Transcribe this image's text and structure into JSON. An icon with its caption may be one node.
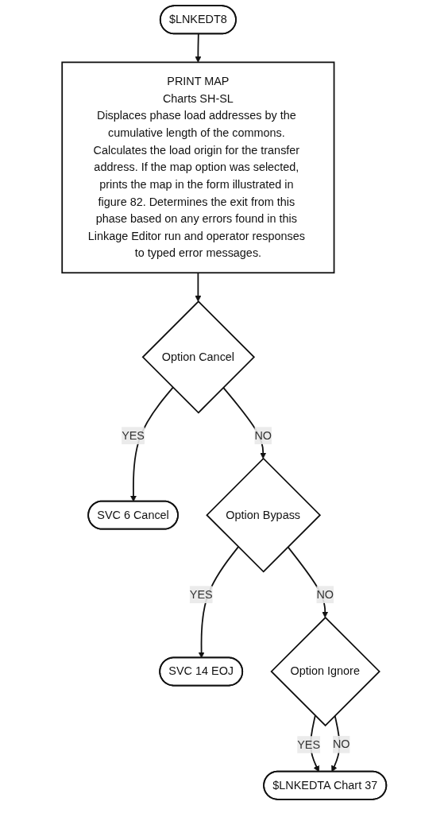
{
  "diagram": {
    "nodes": [
      {
        "text": [
          "$LNKEDT8"
        ]
      },
      {
        "text": [
          "PRINT MAP",
          "Charts SH-SL",
          "Displaces phase load addresses by the cumulative length of the commons. Calculates the load origin for the transfer address. If the map option was selected, prints the map in the form illustrated in figure 82. Determines the exit from this phase based on any errors found in this Linkage Editor run and operator responses to typed error messages."
        ]
      },
      {
        "text": [
          "Option Cancel"
        ]
      },
      {
        "text": [
          "SVC 6 Cancel"
        ]
      },
      {
        "text": [
          "Option Bypass"
        ]
      },
      {
        "text": [
          "SVC 14 EOJ"
        ]
      },
      {
        "text": [
          "Option Ignore"
        ]
      },
      {
        "text": [
          "$LNKEDTA Chart 37"
        ]
      }
    ],
    "edges": [
      {
        "from": 0,
        "to": 1,
        "arrow": "to"
      },
      {
        "from": 1,
        "to": 2,
        "arrow": "to"
      },
      {
        "from": 2,
        "to": 3,
        "arrow": "to",
        "label": "YES"
      },
      {
        "from": 2,
        "to": 4,
        "arrow": "to",
        "label": "NO"
      },
      {
        "from": 4,
        "to": 5,
        "arrow": "to",
        "label": "YES"
      },
      {
        "from": 4,
        "to": 6,
        "arrow": "to",
        "label": "NO"
      },
      {
        "from": 6,
        "to": 7,
        "arrow": "to",
        "label": "YES"
      },
      {
        "from": 6,
        "to": 7,
        "arrow": "to",
        "label": "NO"
      }
    ]
  }
}
